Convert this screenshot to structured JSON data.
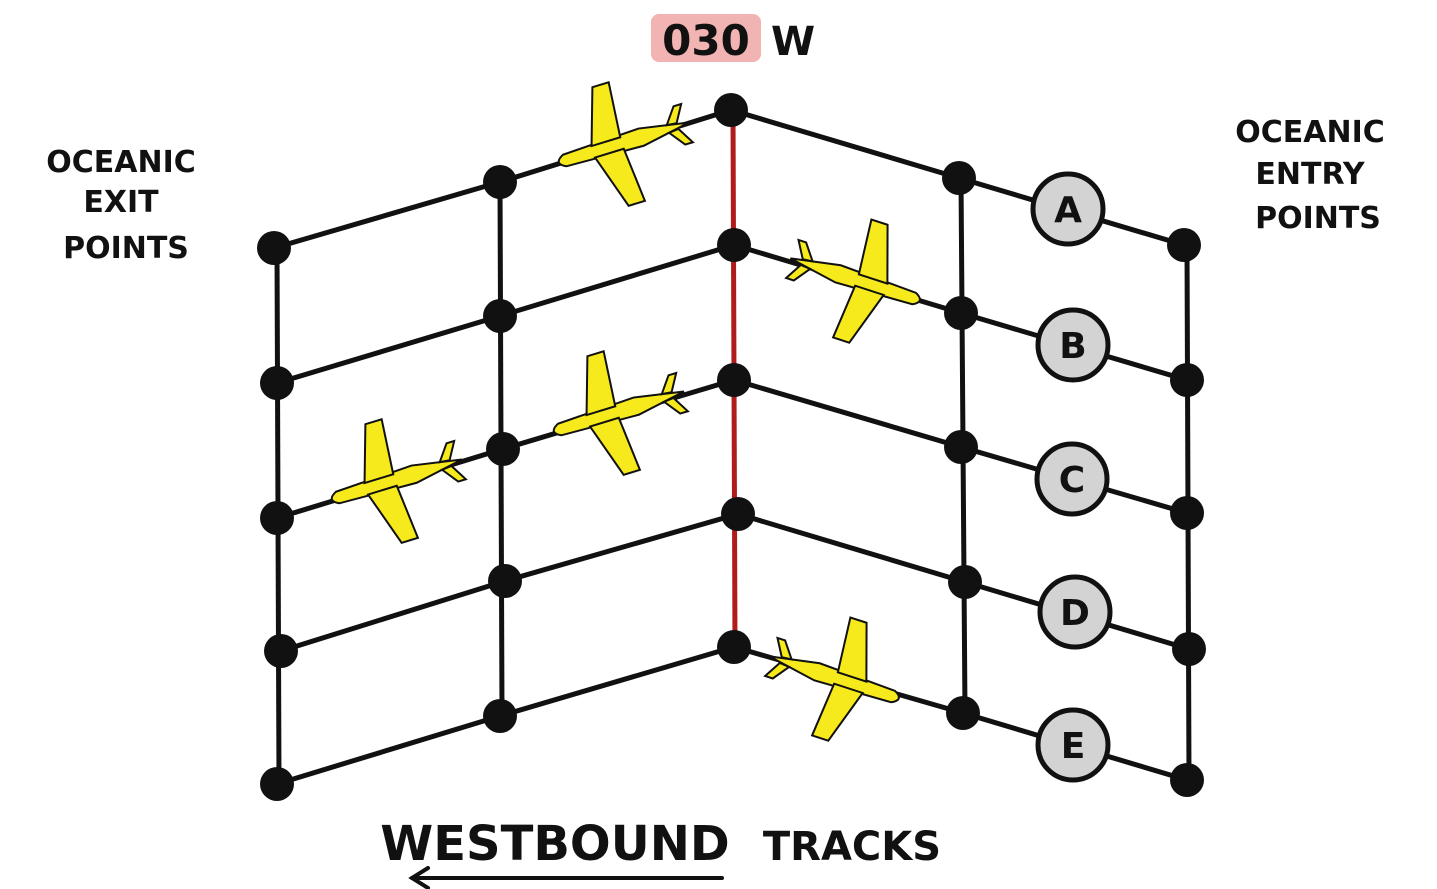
{
  "meridian": {
    "value": "030",
    "suffix": "W",
    "highlight_color": "#f2b3b3",
    "line_color": "#b01c1c"
  },
  "labels": {
    "left": [
      "OCEANIC",
      "EXIT",
      "POINTS"
    ],
    "right": [
      "OCEANIC",
      "ENTRY",
      "POINTS"
    ],
    "bottom_left": "WESTBOUND",
    "bottom_right": "TRACKS"
  },
  "tracks": [
    "A",
    "B",
    "C",
    "D",
    "E"
  ],
  "colors": {
    "line": "#111111",
    "node": "#111111",
    "track_circle_fill": "#d3d3d3",
    "aircraft": "#f7ea1c"
  },
  "aircraft_icons": [
    "airplane-icon",
    "airplane-icon",
    "airplane-icon",
    "airplane-icon",
    "airplane-icon"
  ]
}
